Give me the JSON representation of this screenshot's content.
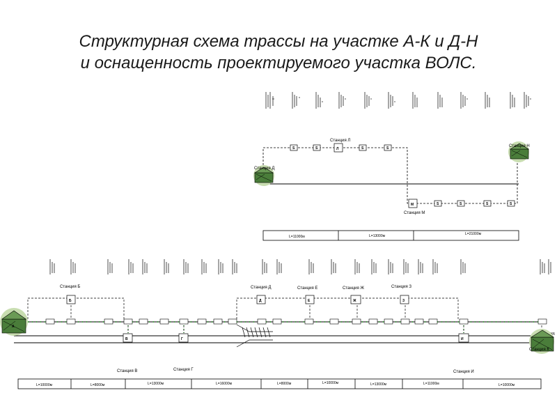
{
  "title": {
    "line1": "Структурная схема трассы  на участке А-К и Д-Н",
    "line2": "и оснащенность проектируемого участка ВОЛС."
  },
  "colors": {
    "line": "#000000",
    "fiber_dots": "#00a000",
    "station_fill": "#4a7d3a",
    "station_halo": "#c8ddb0",
    "box_stroke": "#000000"
  },
  "top_scheme": {
    "station_l": "Станция Л",
    "station_d": "Станция Д",
    "station_n": "Станция Н",
    "station_m": "Станция М",
    "box_l": "Л",
    "box_m": "М",
    "box_s": "S",
    "lengths": [
      "L=11000м",
      "L=13000м",
      "L=21000м"
    ]
  },
  "bottom_scheme": {
    "station_b": "Станция Б",
    "station_d": "Станция Д",
    "station_e": "Станция Е",
    "station_zh": "Станция Ж",
    "station_z": "Станция З",
    "station_v": "Станция В",
    "station_g": "Станция Г",
    "station_i": "Станция И",
    "station_k": "Станция  К",
    "box_b": "Б",
    "box_d": "Д",
    "box_e": "Е",
    "box_zh": "Ж",
    "box_z": "З",
    "box_v": "В",
    "box_g": "Г",
    "box_i": "И",
    "axis_label": "Ось жд",
    "marker_a": "А",
    "lengths": [
      "L=10000м",
      "L=8000м",
      "L=13000м",
      "L=16000м",
      "L=8000м",
      "L=10000м",
      "L=13000м",
      "L=11000м",
      "L=10000м"
    ]
  }
}
